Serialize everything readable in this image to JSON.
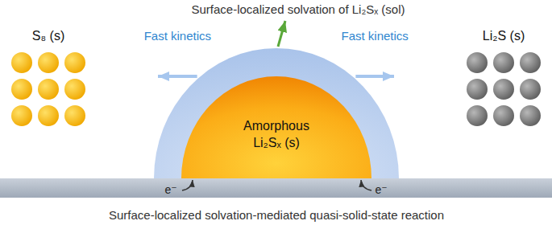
{
  "diagram": {
    "caption": "Surface-localized solvation-mediated quasi-solid-state reaction",
    "nodes": [
      {
        "text": [
          "S₈ (s)"
        ]
      },
      {
        "text": [
          "Amorphous Li₂Sₓ (s)"
        ]
      },
      {
        "text": [
          "Li₂S (s)"
        ]
      }
    ],
    "edges": [
      {
        "from": 1,
        "to": 0,
        "arrow": "to",
        "label": "Fast kinetics"
      },
      {
        "from": 1,
        "to": 2,
        "arrow": "to",
        "label": "Fast kinetics"
      }
    ],
    "labels": [
      "Surface-localized solvation of Li₂Sₓ (sol)",
      "e⁻",
      "e⁻"
    ]
  }
}
